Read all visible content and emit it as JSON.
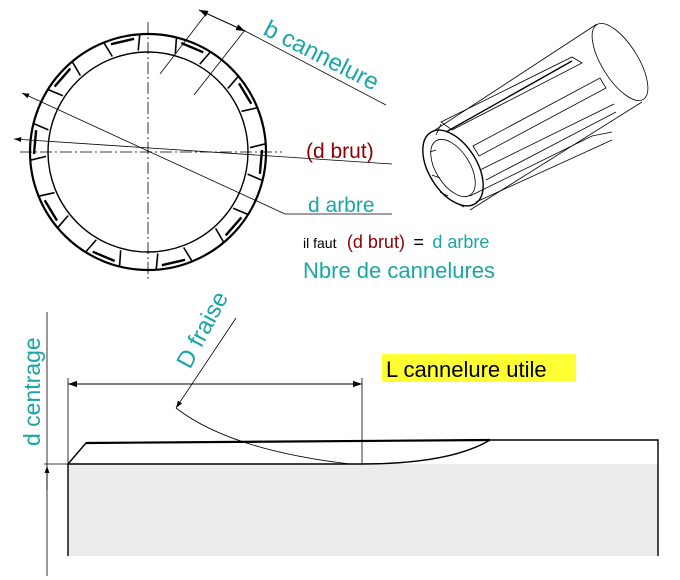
{
  "labels": {
    "b_cannelure": "b cannelure",
    "d_brut": "(d brut)",
    "d_arbre": "d arbre",
    "il_faut": "il faut",
    "eq_d_brut": "(d brut)",
    "equals": "=",
    "eq_d_arbre": "d arbre",
    "nbre_cannelures": "Nbre de cannelures",
    "d_fraise": "D fraise",
    "l_cannelure_utile": "L cannelure utile",
    "d_centrage": "d centrage"
  },
  "colors": {
    "teal": "#1aa6a6",
    "brown": "#8b0000",
    "highlight": "#ffff33",
    "part_fill": "#ececec",
    "line": "#000000"
  }
}
